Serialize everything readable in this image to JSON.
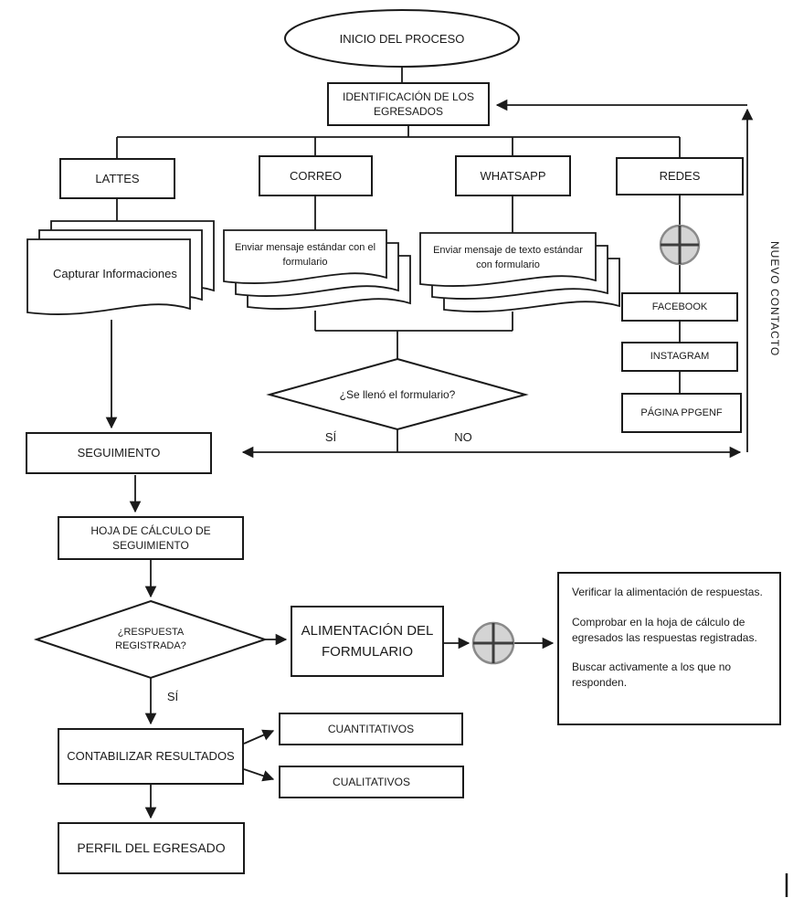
{
  "colors": {
    "line": "#1a1a1a",
    "box_border": "#1a1a1a",
    "background": "#ffffff",
    "junction_fill": "#d4d4d4",
    "junction_ring": "#8a8a8a",
    "junction_cross": "#3d3d3d"
  },
  "nodes": {
    "start": "INICIO DEL PROCESO",
    "identificacion": "IDENTIFICACIÓN DE LOS EGRESADOS",
    "lattes": "LATTES",
    "correo": "CORREO",
    "whatsapp": "WHATSAPP",
    "redes": "REDES",
    "capturar": "Capturar Informaciones",
    "doc_correo": "Enviar mensaje estándar con el formulario",
    "doc_whatsapp": "Enviar mensaje de texto estándar con formulario",
    "facebook": "FACEBOOK",
    "instagram": "INSTAGRAM",
    "pagina_ppgenf": "PÁGINA PPGENF",
    "nuevo_contacto": "NUEVO CONTACTO",
    "decision_formulario": "¿Se llenó el formulario?",
    "label_si_1": "SÍ",
    "label_no_1": "NO",
    "seguimiento": "SEGUIMIENTO",
    "hoja_calculo": "HOJA DE CÁLCULO DE SEGUIMIENTO",
    "decision_respuesta": "¿RESPUESTA REGISTRADA?",
    "alimentacion": "ALIMENTACIÓN DEL FORMULARIO",
    "label_si_2": "SÍ",
    "contabilizar": "CONTABILIZAR RESULTADOS",
    "cuantitativos": "CUANTITATIVOS",
    "cualitativos": "CUALITATIVOS",
    "perfil": "PERFIL DEL EGRESADO",
    "notas": {
      "n1": "Verificar la alimentación de respuestas.",
      "n2": "Comprobar en la hoja de cálculo de egresados las respuestas registradas.",
      "n3": "Buscar activamente a los que no responden."
    }
  }
}
